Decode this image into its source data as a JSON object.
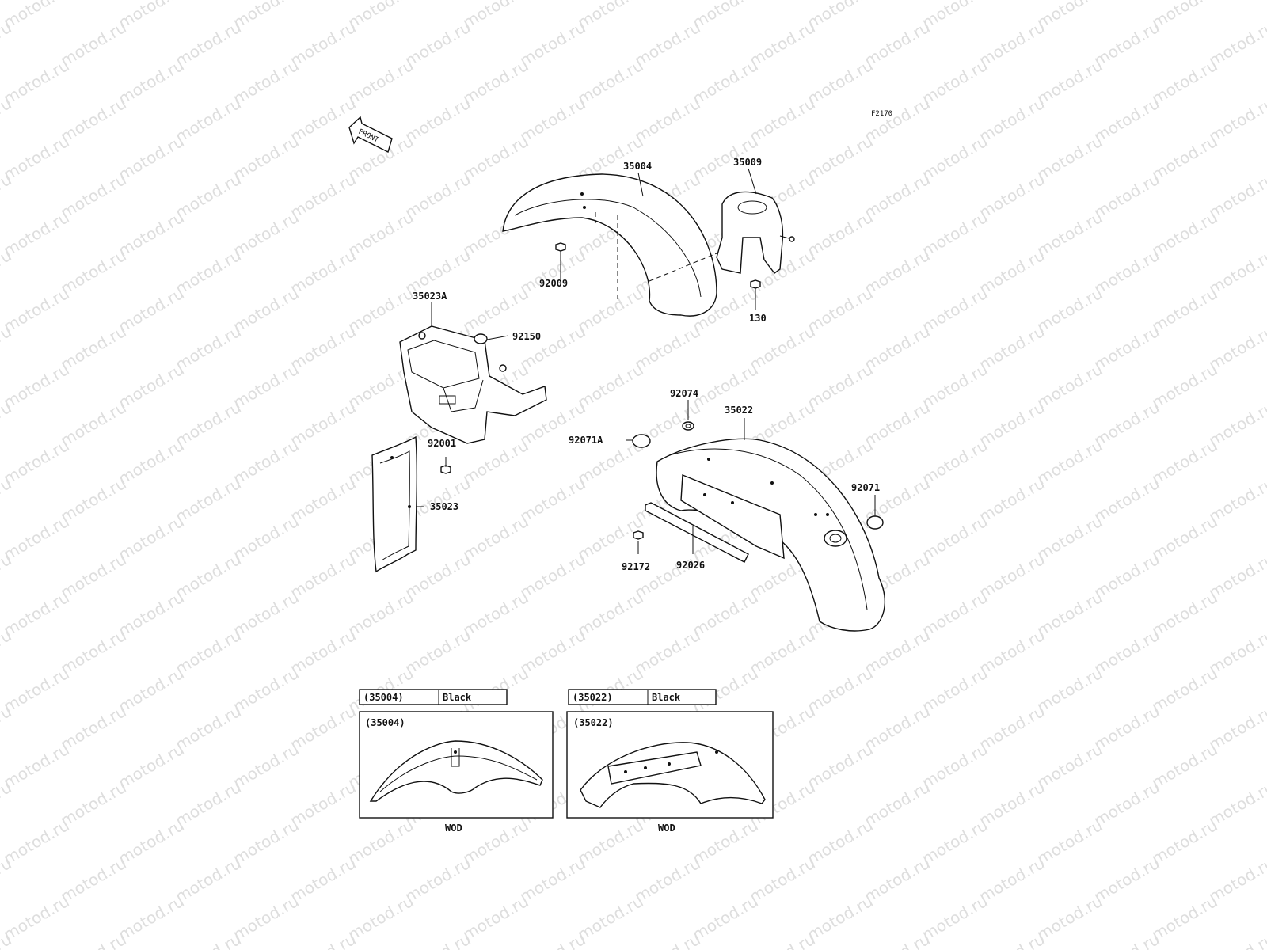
{
  "watermark": "motod.ru",
  "figure_code": "F2170",
  "front_label": "FRONT",
  "parts": {
    "p35004": "35004",
    "p35009": "35009",
    "p92009": "92009",
    "p130": "130",
    "p35023A": "35023A",
    "p92150": "92150",
    "p92001": "92001",
    "p35023": "35023",
    "p92074": "92074",
    "p35022": "35022",
    "p92071A": "92071A",
    "p92071": "92071",
    "p92172": "92172",
    "p92026": "92026"
  },
  "variants": [
    {
      "code": "(35004)",
      "color": "Black",
      "detail_code": "(35004)",
      "region": "WOD"
    },
    {
      "code": "(35022)",
      "color": "Black",
      "detail_code": "(35022)",
      "region": "WOD"
    }
  ]
}
